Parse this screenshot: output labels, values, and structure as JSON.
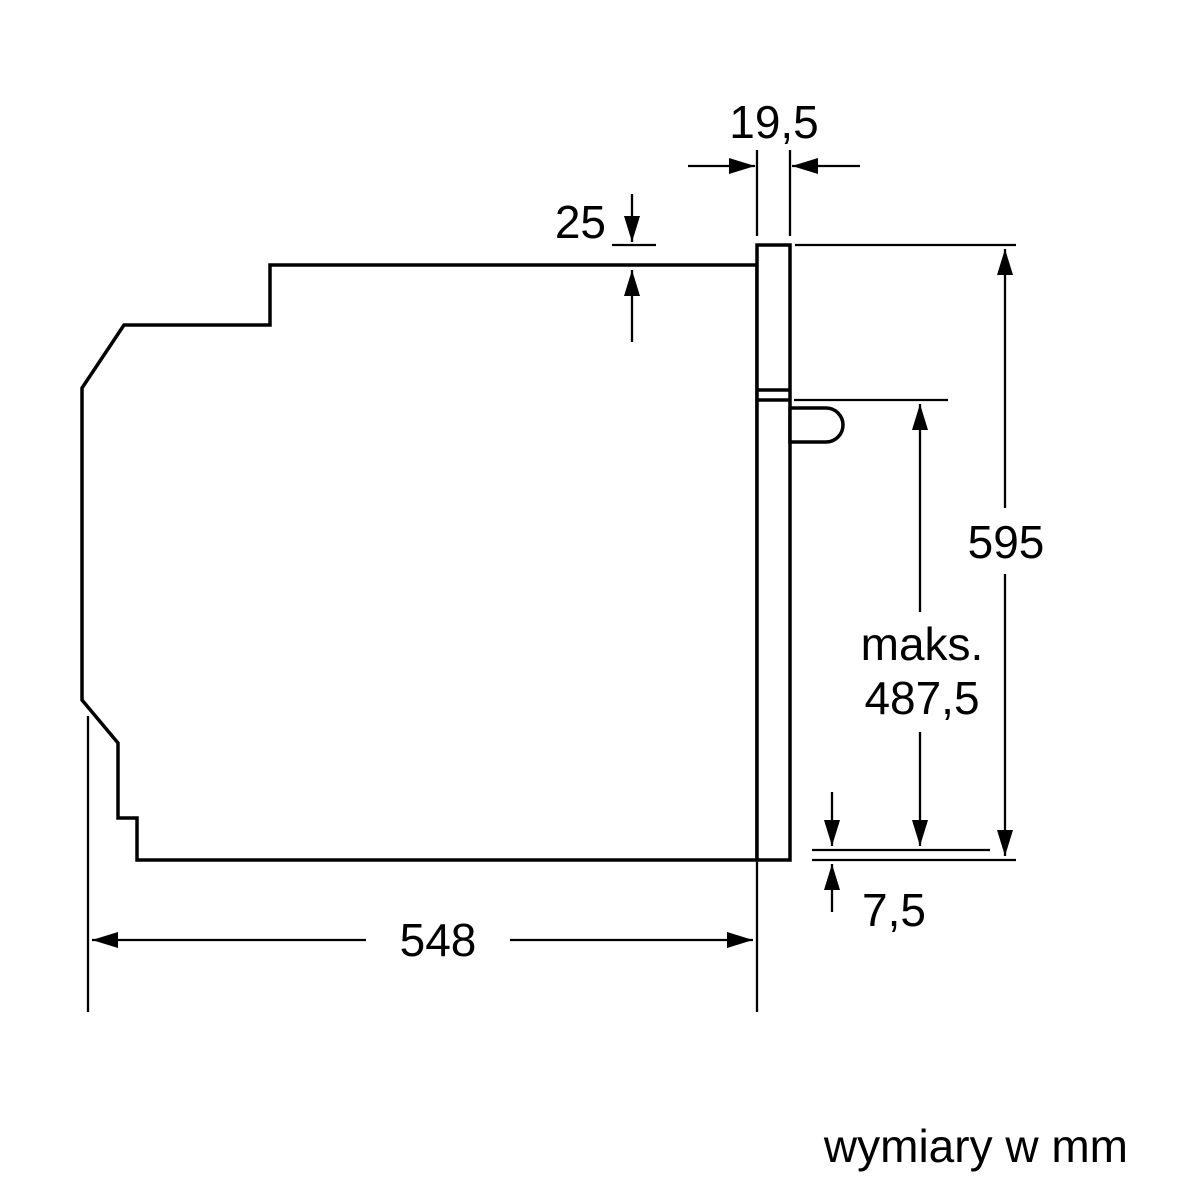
{
  "diagram": {
    "caption": "wymiary w mm",
    "dimensions": {
      "panel_depth": "19,5",
      "top_offset": "25",
      "height": "595",
      "max_prefix": "maks.",
      "max_height": "487,5",
      "bottom_offset": "7,5",
      "depth": "548"
    },
    "colors": {
      "line": "#000000",
      "background": "#ffffff",
      "text": "#000000"
    }
  }
}
